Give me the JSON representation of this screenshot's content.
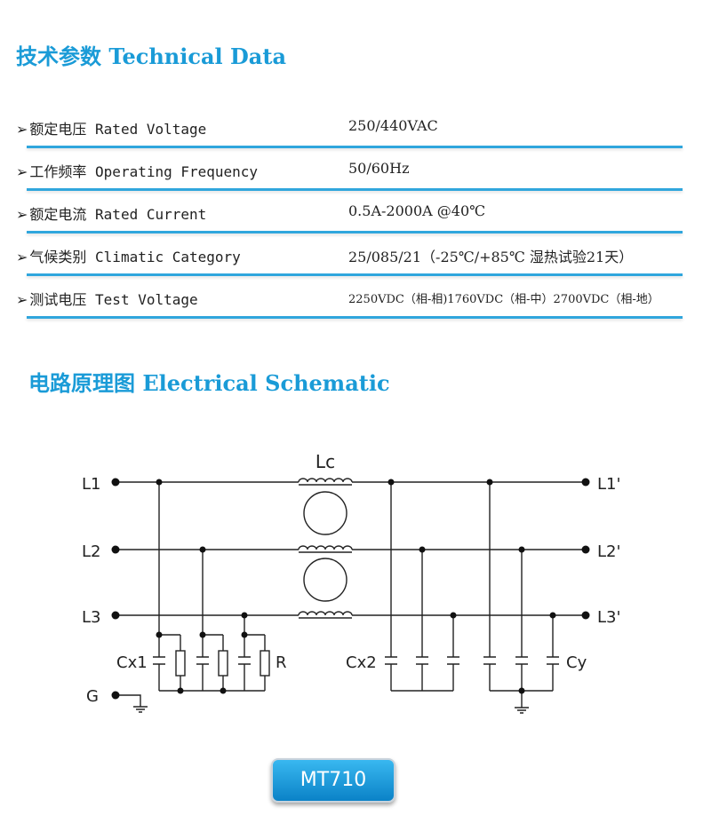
{
  "technical": {
    "title": "技术参数 Technical Data",
    "rows": [
      {
        "label": "额定电压 Rated Voltage",
        "value": "250/440VAC"
      },
      {
        "label": "工作频率 Operating Frequency",
        "value": "50/60Hz"
      },
      {
        "label": "额定电流 Rated Current",
        "value": "0.5A-2000A @40℃"
      },
      {
        "label": "气候类别 Climatic Category",
        "value": "25/085/21（-25℃/+85℃ 湿热试验21天）"
      },
      {
        "label": "测试电压 Test Voltage",
        "value": "2250VDC（相-相)1760VDC（相-中）2700VDC（相-地）"
      }
    ]
  },
  "schematic": {
    "title": "电路原理图 Electrical Schematic",
    "labels": {
      "lc": "Lc",
      "l1": "L1",
      "l2": "L2",
      "l3": "L3",
      "l1_out": "L1'",
      "l2_out": "L2'",
      "l3_out": "L3'",
      "g": "G",
      "cx1": "Cx1",
      "r": "R",
      "cx2": "Cx2",
      "cy": "Cy"
    }
  },
  "model": "MT710",
  "colors": {
    "accent": "#1a9bd7",
    "rule": "#30a6dd"
  }
}
